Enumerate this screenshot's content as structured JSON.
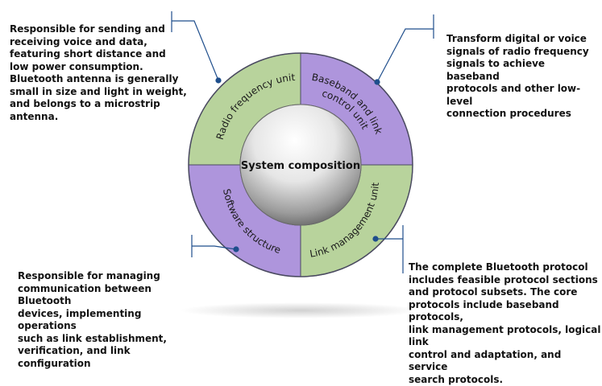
{
  "diagram": {
    "center": {
      "label": "System composition"
    },
    "segments": [
      {
        "label": "Radio frequency unit",
        "color": "#b8d39c"
      },
      {
        "label": "Baseband and link",
        "label2": "control unit",
        "color": "#ae95dc"
      },
      {
        "label": "Link management unit",
        "color": "#b8d39c"
      },
      {
        "label": "Software structure",
        "color": "#ae95dc"
      }
    ],
    "descriptions": {
      "radio_frequency": "Responsible for sending and\nreceiving voice and data,\nfeaturing short distance and\nlow power consumption.\nBluetooth antenna is generally\nsmall in size and light in weight,\nand belongs to a microstrip antenna.",
      "baseband": "Transform digital or voice\nsignals of radio frequency\nsignals to achieve baseband\nprotocols and other low-level\n connection procedures",
      "software": "Responsible for managing\ncommunication between Bluetooth\ndevices, implementing operations\nsuch as link establishment,\nverification, and link configuration",
      "link_management": "The complete Bluetooth protocol\nincludes feasible protocol sections\nand protocol subsets. The core\nprotocols include baseband protocols,\nlink management protocols, logical link\ncontrol and adaptation, and service\nsearch protocols."
    },
    "colors": {
      "connector": "#1f4e8c",
      "ring_outline": "#4a4a60",
      "text": "#111111"
    }
  }
}
